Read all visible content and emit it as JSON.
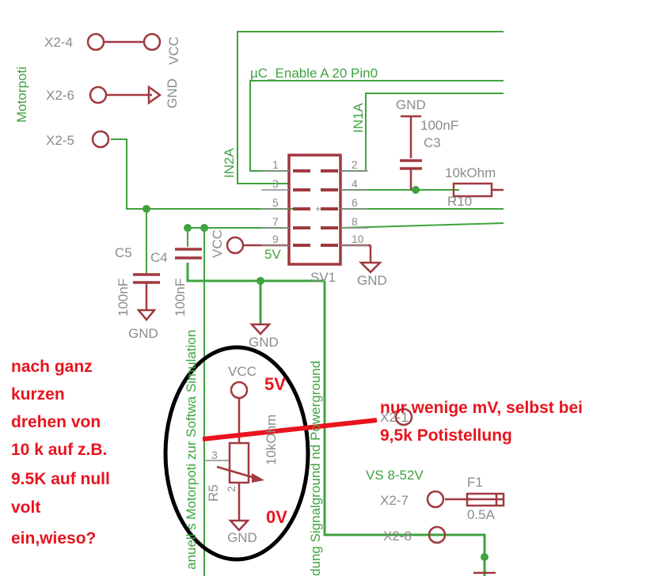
{
  "schematic": {
    "connectors": {
      "x2_4": "X2-4",
      "x2_6": "X2-6",
      "x2_5": "X2-5",
      "x2_1": "X2-1",
      "x2_7": "X2-7",
      "x2_8": "X2-8"
    },
    "power": {
      "vcc_top": "VCC",
      "gnd_top": "GND",
      "gnd_c3": "GND",
      "gnd_c5": "GND",
      "gnd_mid": "GND",
      "gnd_sv1": "GND",
      "vcc_pin9": "VCC",
      "vcc_pot": "VCC",
      "gnd_pot": "GND"
    },
    "nets": {
      "motorpoti": "Motorpoti",
      "uc_enable": "µC_Enable A 20 Pin0",
      "in1a": "IN1A",
      "in2a": "IN2A",
      "five_v": "5V",
      "vs": "VS 8-52V",
      "pot_vertical": "anuell s Motorpoti zur Softwa  Simulation",
      "ground_vertical": "dung Signalground  nd Powerground"
    },
    "components": {
      "c3_name": "C3",
      "c3_value": "100nF",
      "r10_name": "R10",
      "r10_value": "10kOhm",
      "c5_name": "C5",
      "c5_value": "100nF",
      "c4_name": "C4",
      "c4_value": "100nF",
      "r5_name": "R5",
      "r5_value": "10kOhm",
      "f1_name": "F1",
      "f1_value": "0.5A",
      "sv1_name": "SV1"
    },
    "sv1_pins_left": [
      "1",
      "3",
      "5",
      "7",
      "9"
    ],
    "sv1_pins_right": [
      "2",
      "4",
      "6",
      "8",
      "10"
    ],
    "pot_pins": {
      "p3": "3",
      "p2": "2"
    }
  },
  "annotations": {
    "five_v": "5V",
    "zero_v": "0V",
    "question_lines": [
      "nach ganz",
      "kurzen",
      "drehen von",
      "10 k auf z.B.",
      "9.5K auf null",
      "volt",
      "ein,wieso?"
    ],
    "note_lines": [
      "nur wenige mV, selbst bei",
      "9,5k Potistellung"
    ],
    "colors": {
      "red": "#e8141e",
      "wire": "#3fa33f",
      "part": "#a0393f",
      "label": "#8c8c8c"
    }
  }
}
